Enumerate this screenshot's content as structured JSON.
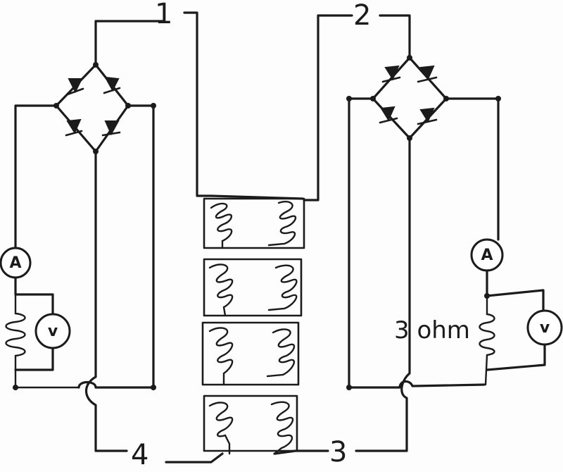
{
  "terminals": {
    "t1": "1",
    "t2": "2",
    "t3": "3",
    "t4": "4"
  },
  "left_circuit": {
    "ammeter_symbol": "A",
    "voltmeter_symbol": "v"
  },
  "right_circuit": {
    "ammeter_symbol": "A",
    "voltmeter_symbol": "v",
    "resistor_label": "3 ohm"
  },
  "transformer_stack": {
    "stages": 4
  }
}
